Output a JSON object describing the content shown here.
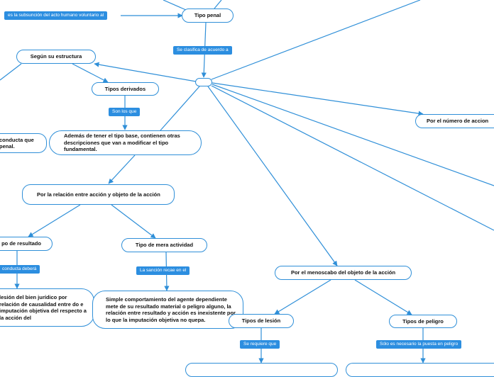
{
  "nodes": {
    "tipo_penal": "Tipo penal",
    "segun_estructura": "Según su estructura",
    "tipos_derivados": "Tipos derivados",
    "ademas": "Además de tener el tipo base, contienen otras descripciones que van a modificar el tipo fundamental.",
    "conducta_penal": "conducta que penal.",
    "por_relacion": "Por la relación entre acción y objeto de la acción",
    "tipo_resultado": "po de resultado",
    "tipo_mera_actividad": "Tipo de mera actividad",
    "lesion_bien": "lesión del bien jurídico por relación de causalidad entre do e imputación objetiva del respecto a la acción del",
    "simple_comportamiento": "Simple comportamiento del agente dependiente mete de su resultado material o peligro alguno, la relación entre resultado y acción es inexistente por lo que la imputación objetiva no quepa.",
    "por_menoscabo": "Por el menoscabo del objeto de la acción",
    "tipos_lesion": "Tipos de lesión",
    "tipos_peligro": "Tipos de peligro",
    "por_numero": "Por el número de accion",
    "hub": ""
  },
  "labels": {
    "subsuncion": "es la subsunción del acto humano voluntario al",
    "se_clasifica": "Se clasifica de acuerdo a",
    "son_los_que": "Son los que",
    "conducta_debera": "conducta deberá",
    "sancion_recae": "La sanción recae en el",
    "se_requiere": "Se requiere que",
    "solo_necesario": "Sólo es necesario la puesta en peligro"
  },
  "colors": {
    "line": "#2f8fd8",
    "label_bg": "#2c8ee0",
    "node_border": "#2f8fd8"
  }
}
